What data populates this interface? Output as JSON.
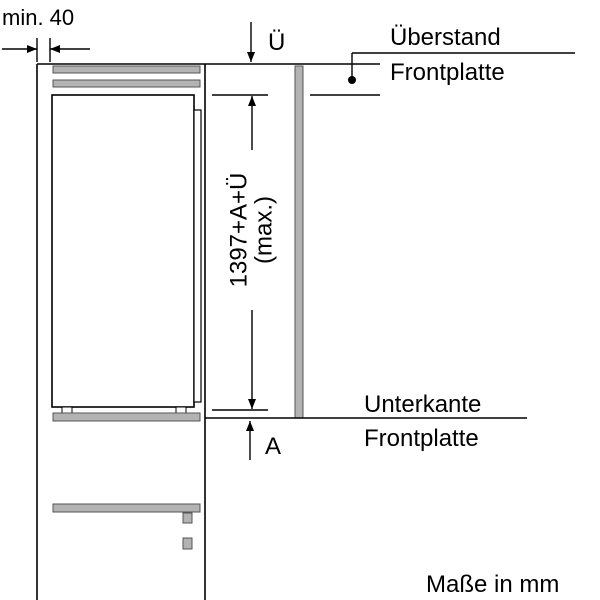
{
  "labels": {
    "min_gap": "min. 40",
    "overhang_marker": "Ü",
    "overhang_line1": "Überstand",
    "overhang_line2": "Frontplatte",
    "height_line1": "1397+A+Ü",
    "height_line2": "(max.)",
    "lower_edge_line1": "Unterkante",
    "lower_edge_line2": "Frontplatte",
    "lower_marker": "A",
    "units_note": "Maße in mm"
  },
  "colors": {
    "line": "#000000",
    "panel_fill": "#b3b3b3",
    "panel_stroke": "#555555",
    "background": "#ffffff"
  }
}
